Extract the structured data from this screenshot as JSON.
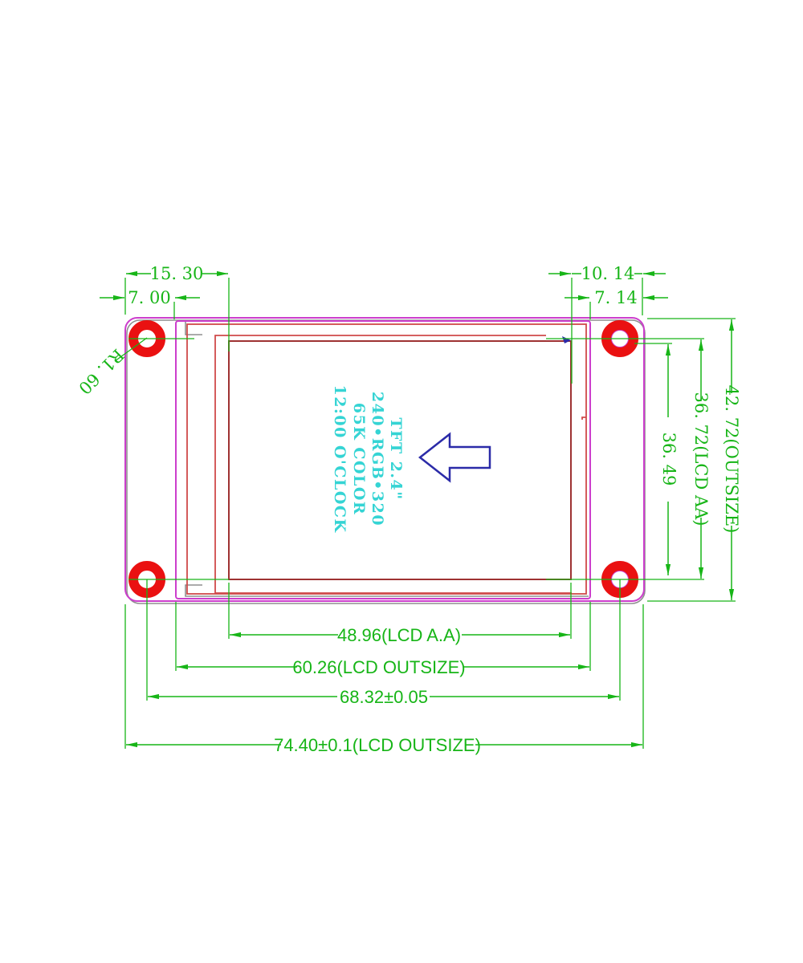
{
  "drawing": {
    "description": "2.4 inch TFT LCD module outline dimension drawing"
  },
  "colors": {
    "dimension_green": "#17b517",
    "outline_magenta": "#cc3ecc",
    "hole_red": "#ea1111",
    "glass_red": "#cf4a4a",
    "active_area_red": "#9e3232",
    "screen_text_cyan": "#35d4d4",
    "arrow_navy": "#2b2ba8",
    "cover_gray": "#8f8f8f"
  },
  "screen": {
    "line1": "TFT 2.4\"",
    "line2": "240•RGB•320",
    "line3": "65K COLOR",
    "line4": "12:00 O'CLOCK"
  },
  "dims": {
    "top_left_outer": "15. 30",
    "top_left_inner": "7. 00",
    "top_right_outer": "10. 14",
    "top_right_inner": "7. 14",
    "corner_radius": "R1. 60",
    "right_hole_span": "36. 49",
    "right_lcd_aa": "36. 72(LCD AA)",
    "right_outsize": "42. 72(OUTSIZE)",
    "bottom_aa": "48.96(LCD A.A)",
    "bottom_lcd_outsize": "60.26(LCD OUTSIZE)",
    "bottom_hole_span": "68.32±0.05",
    "bottom_outsize": "74.40±0.1(LCD OUTSIZE)"
  }
}
